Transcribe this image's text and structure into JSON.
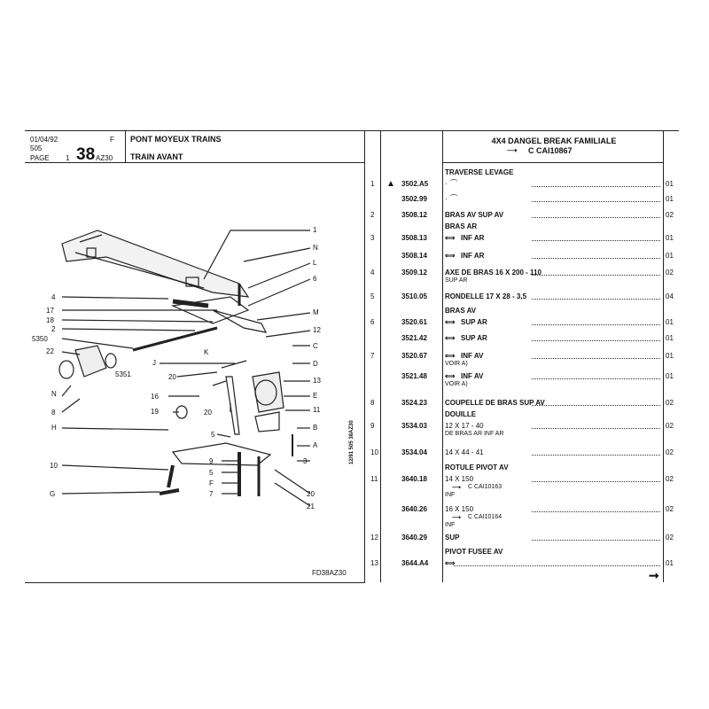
{
  "header": {
    "date": "01/04/92",
    "lang": "F",
    "model": "505",
    "page_label": "PAGE",
    "page_num": "1",
    "page_big": "38",
    "page_suffix": "AZ30",
    "section": "PONT MOYEUX TRAINS",
    "subsection": "TRAIN AVANT",
    "right_title": "4X4 DANGEL BREAK FAMILIALE",
    "right_sub": "C CAI10867"
  },
  "diagram": {
    "ref": "FD38AZ30",
    "side_stamp": "12/91  505  38AZ30",
    "labels": [
      "1",
      "N",
      "L",
      "6",
      "4",
      "17",
      "18",
      "2",
      "5350",
      "22",
      "M",
      "12",
      "C",
      "D",
      "K",
      "J",
      "20",
      "16",
      "13",
      "E",
      "11",
      "19",
      "20",
      "B",
      "A",
      "5",
      "3",
      "H",
      "9",
      "5",
      "F",
      "7",
      "20",
      "21",
      "10",
      "G",
      "8",
      "N",
      "5351"
    ]
  },
  "rows": [
    {
      "idx": "1",
      "mark": "▲",
      "ref": "3502.A5",
      "pre": "TRAVERSE LEVAGE",
      "desc": "·",
      "sub": "",
      "qty": "01"
    },
    {
      "idx": "",
      "mark": "",
      "ref": "3502.99",
      "pre": "",
      "desc": "·",
      "sub": "",
      "qty": "01"
    },
    {
      "idx": "2",
      "mark": "",
      "ref": "3508.12",
      "pre": "",
      "desc": "BRAS AV SUP AV",
      "sub": "",
      "qty": "02"
    },
    {
      "idx": "3",
      "mark": "",
      "ref": "3508.13",
      "pre": "BRAS AR",
      "desc": "INF AR",
      "sub": "",
      "qty": "01"
    },
    {
      "idx": "",
      "mark": "",
      "ref": "3508.14",
      "pre": "",
      "desc": "INF AR",
      "sub": "",
      "qty": "01"
    },
    {
      "idx": "4",
      "mark": "",
      "ref": "3509.12",
      "pre": "",
      "desc": "AXE DE BRAS 16 X 200 - 110",
      "sub": "SUP AR",
      "qty": "02"
    },
    {
      "idx": "5",
      "mark": "",
      "ref": "3510.05",
      "pre": "",
      "desc": "RONDELLE 17 X 28 - 3,5",
      "sub": "",
      "qty": "04"
    },
    {
      "idx": "6",
      "mark": "",
      "ref": "3520.61",
      "pre": "BRAS AV",
      "desc": "SUP AR",
      "sub": "",
      "qty": "01"
    },
    {
      "idx": "",
      "mark": "",
      "ref": "3521.42",
      "pre": "",
      "desc": "SUP AR",
      "sub": "",
      "qty": "01"
    },
    {
      "idx": "7",
      "mark": "",
      "ref": "3520.67",
      "pre": "",
      "desc": "INF AV",
      "sub": "VOIR A)",
      "qty": "01"
    },
    {
      "idx": "",
      "mark": "",
      "ref": "3521.48",
      "pre": "",
      "desc": "INF AV",
      "sub": "VOIR A)",
      "qty": "01"
    },
    {
      "idx": "8",
      "mark": "",
      "ref": "3524.23",
      "pre": "",
      "desc": "COUPELLE DE BRAS SUP AV",
      "sub": "",
      "qty": "02"
    },
    {
      "idx": "9",
      "mark": "",
      "ref": "3534.03",
      "pre": "DOUILLE",
      "desc": "12 X 17 - 40",
      "sub": "DE BRAS AR INF AR",
      "qty": "02"
    },
    {
      "idx": "10",
      "mark": "",
      "ref": "3534.04",
      "pre": "",
      "desc": "14 X 44 - 41",
      "sub": "",
      "qty": "02"
    },
    {
      "idx": "11",
      "mark": "",
      "ref": "3640.18",
      "pre": "ROTULE PIVOT AV",
      "desc": "14 X 150",
      "sub": "C CAI10163",
      "sub2": "INF",
      "qty": "02"
    },
    {
      "idx": "",
      "mark": "",
      "ref": "3640.26",
      "pre": "",
      "desc": "16 X 150",
      "sub": "C CAI10164",
      "sub2": "INF",
      "qty": "02"
    },
    {
      "idx": "12",
      "mark": "",
      "ref": "3640.29",
      "pre": "",
      "desc": "SUP",
      "sub": "",
      "qty": "02"
    },
    {
      "idx": "13",
      "mark": "",
      "ref": "3644.A4",
      "pre": "PIVOT FUSEE AV",
      "desc": "",
      "sub": "",
      "qty": "01"
    }
  ]
}
